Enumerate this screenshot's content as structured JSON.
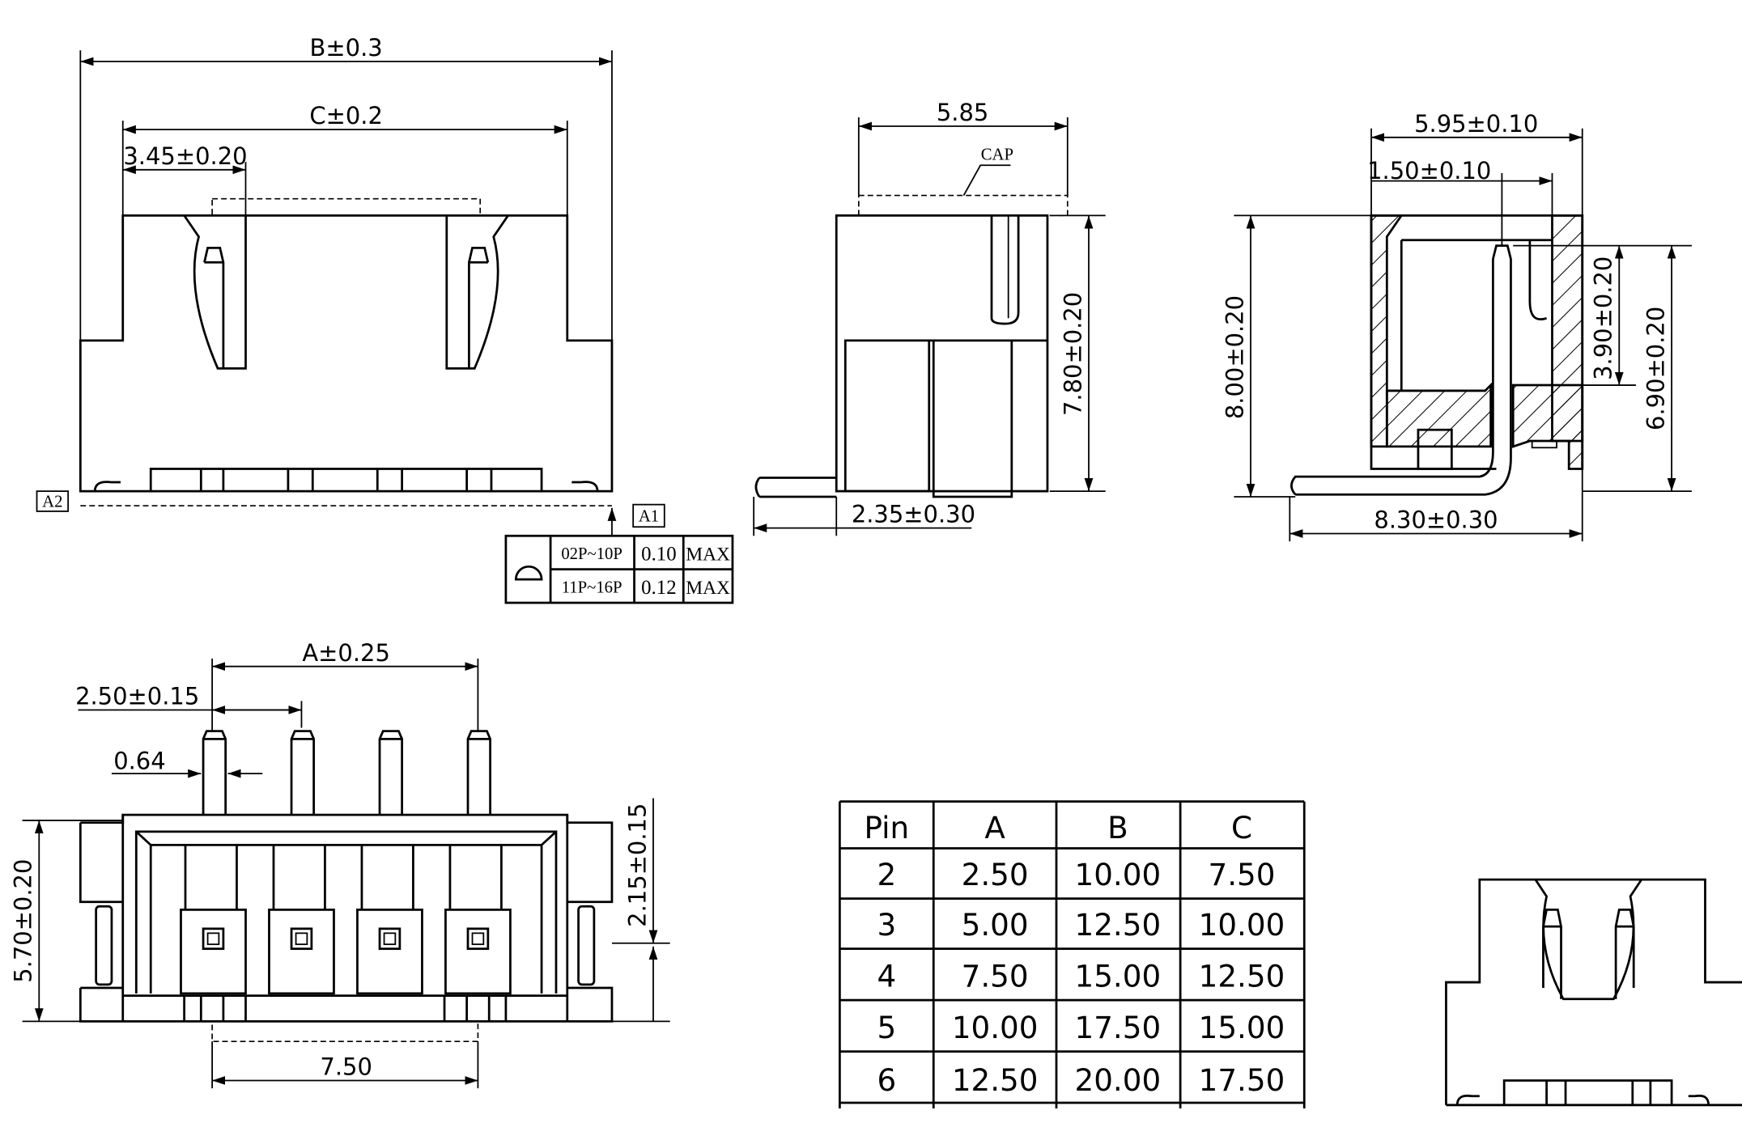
{
  "top_view": {
    "dim_b": "B±0.3",
    "dim_c": "C±0.2",
    "dim_pitch_offset": "3.45±0.20",
    "datum_a2": "A2",
    "datum_a1": "A1"
  },
  "flatness_table": {
    "rows": [
      {
        "range": "02P~10P",
        "value": "0.10",
        "limit": "MAX"
      },
      {
        "range": "11P~16P",
        "value": "0.12",
        "limit": "MAX"
      }
    ]
  },
  "side_view": {
    "dim_width": "5.85",
    "cap_label": "CAP",
    "dim_height": "7.80±0.20",
    "dim_lead": "2.35±0.30"
  },
  "section_view": {
    "dim_width": "5.95±0.10",
    "dim_offset": "1.50±0.10",
    "dim_height": "8.00±0.20",
    "dim_pin_height": "3.90±0.20",
    "dim_overall_height": "6.90±0.20",
    "dim_depth": "8.30±0.30"
  },
  "front_view": {
    "dim_a": "A±0.25",
    "dim_pitch": "2.50±0.15",
    "dim_pin_width": "0.64",
    "dim_height": "5.70±0.20",
    "dim_standoff": "2.15±0.15",
    "dim_pin_span": "7.50"
  },
  "dimension_table": {
    "headers": [
      "Pin",
      "A",
      "B",
      "C"
    ],
    "rows": [
      [
        "2",
        "2.50",
        "10.00",
        "7.50"
      ],
      [
        "3",
        "5.00",
        "12.50",
        "10.00"
      ],
      [
        "4",
        "7.50",
        "15.00",
        "12.50"
      ],
      [
        "5",
        "10.00",
        "17.50",
        "15.00"
      ],
      [
        "6",
        "12.50",
        "20.00",
        "17.50"
      ]
    ]
  }
}
